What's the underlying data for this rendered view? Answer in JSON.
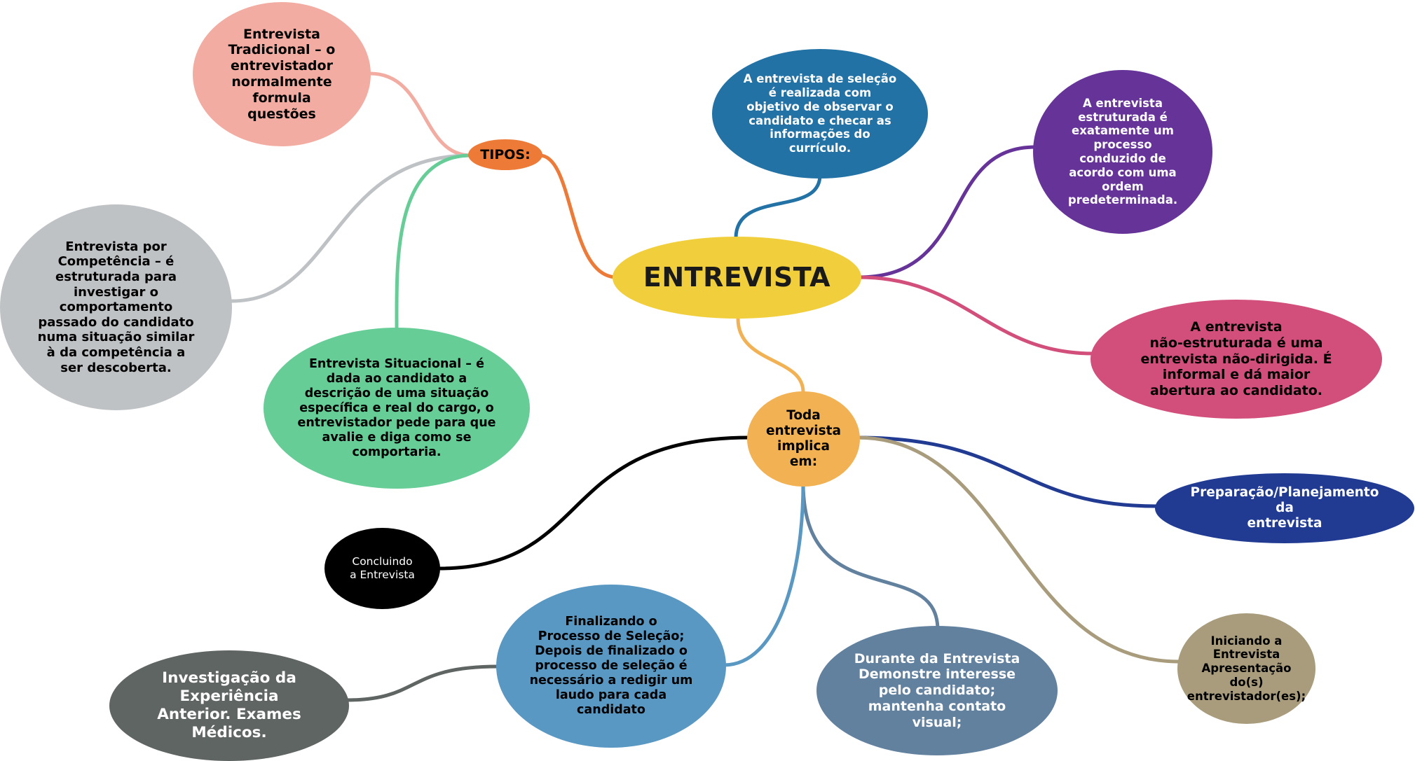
{
  "colors": {
    "central": "#f1cf3c",
    "tipos": "#ed7a36",
    "tradicional": "#f2aca1",
    "competencia": "#bfc2c5",
    "situacional": "#65cd95",
    "selecao": "#2272a5",
    "estruturada": "#663399",
    "nao_estruturada": "#d24f7c",
    "implica": "#f2b253",
    "preparacao": "#213b92",
    "iniciando": "#a89c7c",
    "durante": "#62819f",
    "finalizando": "#5a98c4",
    "concluindo": "#000000",
    "investigacao": "#5f6562"
  },
  "central": {
    "label": "ENTREVISTA"
  },
  "tipos": {
    "label": "TIPOS:"
  },
  "tradicional": {
    "text": "Entrevista\nTradicional – o\nentrevistador\nnormalmente\nformula\nquestões"
  },
  "competencia": {
    "text": "Entrevista por\nCompetência – é\nestruturada para\ninvestigar o\ncomportamento\npassado do candidato\nnuma situação similar\nà da competência a\nser descoberta."
  },
  "situacional": {
    "text": "Entrevista Situacional – é\ndada ao candidato a\ndescrição de uma situação\nespecífica e real do cargo, o\nentrevistador pede para que\navalie e diga como se\ncomportaria."
  },
  "selecao": {
    "text": "A entrevista de seleção\né realizada com\nobjetivo de observar o\ncandidato e checar as\ninformações do\ncurrículo."
  },
  "estruturada": {
    "text": "A entrevista\nestruturada é\nexatamente um\nprocesso\nconduzido de\nacordo com uma\nordem\npredeterminada."
  },
  "nao_estruturada": {
    "text": "A entrevista\nnão-estruturada é uma\nentrevista não-dirigida. É\ninformal e dá maior\nabertura ao candidato."
  },
  "implica": {
    "text": "Toda\nentrevista\nimplica\nem:"
  },
  "preparacao": {
    "text": "Preparação/Planejamento\nda\nentrevista"
  },
  "iniciando": {
    "text": "Iniciando a\nEntrevista\nApresentação\ndo(s)\nentrevistador(es);"
  },
  "durante": {
    "text": "Durante da Entrevista\nDemonstre interesse\npelo candidato;\nmantenha contato\nvisual;"
  },
  "finalizando": {
    "text": " Finalizando o\nProcesso de Seleção;\nDepois de finalizado o\nprocesso de seleção é\nnecessário a redigir um\nlaudo para cada\ncandidato"
  },
  "concluindo": {
    "text": " Concluindo\na Entrevista"
  },
  "investigacao": {
    "text": " Investigação da\nExperiência\nAnterior.  Exames\nMédicos."
  }
}
